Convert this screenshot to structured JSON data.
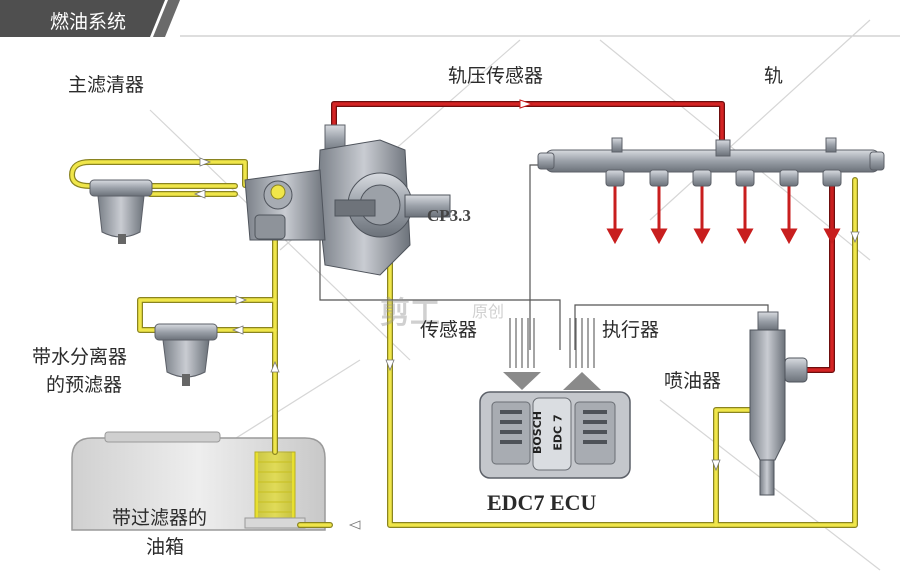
{
  "header": {
    "title": "燃油系统",
    "bg_color": "#4f4f4f"
  },
  "labels": {
    "main_filter": "主滤清器",
    "rail_pressure_sensor": "轨压传感器",
    "rail": "轨",
    "pump_model": "CP3.3",
    "sensor": "传感器",
    "actuator": "执行器",
    "pre_filter_line1": "带水分离器",
    "pre_filter_line2": "的预滤器",
    "injector": "喷油器",
    "ecu": "EDC7 ECU",
    "tank_line1": "带过滤器的",
    "tank_line2": "油箱"
  },
  "ecu_face": {
    "brand": "BOSCH",
    "model": "EDC 7"
  },
  "watermark": {
    "main": "剪工",
    "sub": "原创"
  },
  "colors": {
    "low_pressure_line": "#f0e64a",
    "high_pressure_line": "#c81e1e",
    "signal_line": "#555555",
    "fuel": "#e8e030",
    "component_gray": "#8c9098"
  },
  "icons": [
    "flow-arrow-icon",
    "signal-down-arrow-icon",
    "signal-up-arrow-icon"
  ]
}
